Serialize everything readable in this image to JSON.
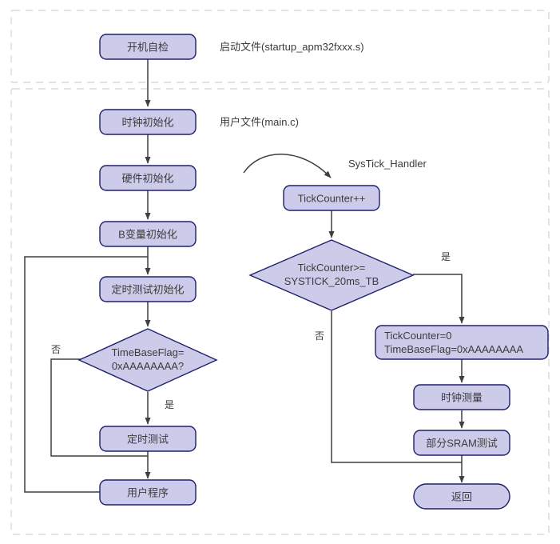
{
  "diagram": {
    "title": "APM32 startup and SysTick flow",
    "colors": {
      "node_fill": "#ccccea",
      "node_stroke": "#1f1f6e",
      "connector": "#3f3f3f",
      "group_border": "#d9d9d9",
      "text": "#3b3b3b",
      "background": "#ffffff"
    },
    "groups": [
      {
        "id": "group-startup",
        "label": ""
      },
      {
        "id": "group-user",
        "label": ""
      }
    ],
    "annotations": [
      {
        "id": "annot-startup-file",
        "text": "启动文件(startup_apm32fxxx.s)"
      },
      {
        "id": "annot-user-file",
        "text": "用户文件(main.c)"
      },
      {
        "id": "annot-systick-handler",
        "text": "SysTick_Handler"
      }
    ],
    "nodes": [
      {
        "id": "power-on-self-test",
        "shape": "rounded-rect",
        "text": "开机自检"
      },
      {
        "id": "clock-init",
        "shape": "rounded-rect",
        "text": "时钟初始化"
      },
      {
        "id": "hardware-init",
        "shape": "rounded-rect",
        "text": "硬件初始化"
      },
      {
        "id": "b-variable-init",
        "shape": "rounded-rect",
        "text": "B变量初始化"
      },
      {
        "id": "timing-test-init",
        "shape": "rounded-rect",
        "text": "定时测试初始化"
      },
      {
        "id": "timebaseflag-decision",
        "shape": "diamond",
        "text_lines": [
          "TimeBaseFlag=",
          "0xAAAAAAAA?"
        ]
      },
      {
        "id": "timing-test",
        "shape": "rounded-rect",
        "text": "定时测试"
      },
      {
        "id": "user-program",
        "shape": "rounded-rect",
        "text": "用户程序"
      },
      {
        "id": "tick-counter-increment",
        "shape": "rounded-rect",
        "text": "TickCounter++"
      },
      {
        "id": "tickcounter-decision",
        "shape": "diamond",
        "text_lines": [
          "TickCounter>=",
          "SYSTICK_20ms_TB"
        ]
      },
      {
        "id": "reset-counter-and-flag",
        "shape": "rounded-rect",
        "text_lines": [
          "TickCounter=0",
          "TimeBaseFlag=0xAAAAAAAA"
        ]
      },
      {
        "id": "clock-measure",
        "shape": "rounded-rect",
        "text": "时钟测量"
      },
      {
        "id": "partial-sram-test",
        "shape": "rounded-rect",
        "text": "部分SRAM测试"
      },
      {
        "id": "return-terminal",
        "shape": "pill",
        "text": "返回"
      }
    ],
    "branch_labels": [
      {
        "id": "branch-no-left",
        "text": "否"
      },
      {
        "id": "branch-yes-left",
        "text": "是"
      },
      {
        "id": "branch-yes-right",
        "text": "是"
      },
      {
        "id": "branch-no-right",
        "text": "否"
      }
    ]
  }
}
